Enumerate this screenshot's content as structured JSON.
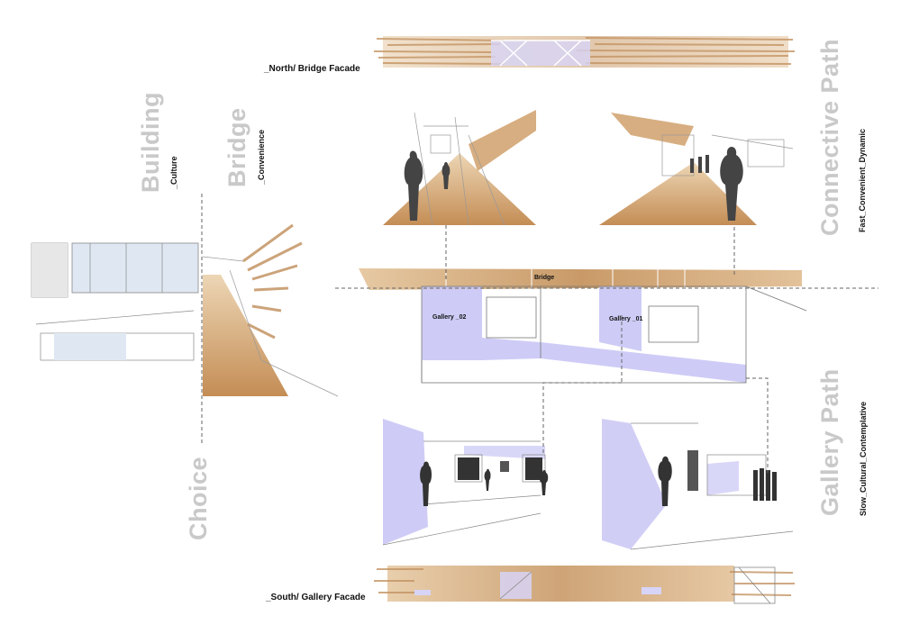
{
  "facades": {
    "north": "_North/ Bridge Facade",
    "south": "_South/ Gallery Facade"
  },
  "choice": {
    "building_title": "Building",
    "building_sub": "_Culture",
    "bridge_title": "Bridge",
    "bridge_sub": "_Convenience",
    "choice_title": "Choice"
  },
  "paths": {
    "connective_title": "Connective Path",
    "connective_sub": "Fast_Convenient_Dynamic",
    "gallery_title": "Gallery Path",
    "gallery_sub": "Slow_Cultural_Contemplative"
  },
  "section_labels": {
    "bridge": "Bridge",
    "gallery_02": "Gallery _02",
    "gallery_01": "Gallery _01"
  },
  "colors": {
    "wood": "#d9b083",
    "gallery_blue": "#c9c6f5",
    "title_grey": "#c9c9c9"
  }
}
